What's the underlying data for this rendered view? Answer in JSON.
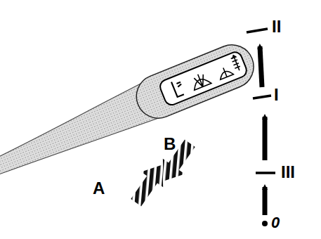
{
  "diagram": {
    "labels": [
      "A",
      "B",
      "II",
      "I",
      "III",
      "0"
    ]
  }
}
